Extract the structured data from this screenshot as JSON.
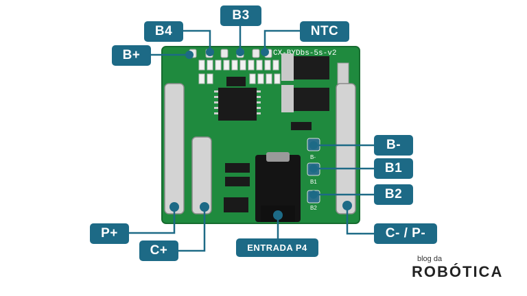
{
  "labels": {
    "b3": "B3",
    "b4": "B4",
    "ntc": "NTC",
    "b_plus": "B+",
    "b_minus": "B-",
    "b1": "B1",
    "b2": "B2",
    "p_plus": "P+",
    "c_plus": "C+",
    "entrada": "ENTRADA P4",
    "c_minus_p_minus": "C- / P-"
  },
  "board": {
    "silkscreen": "CX-BYDbs-5s-v2",
    "pad_b1": "B1",
    "pad_b2": "B2",
    "pad_b_minus": "B-"
  },
  "brand": {
    "top": "blog da",
    "main": "ROBÓTICA"
  },
  "colors": {
    "label_bg": "#1d6a86",
    "board_green": "#1f8a3e",
    "line": "#1d6a86"
  }
}
